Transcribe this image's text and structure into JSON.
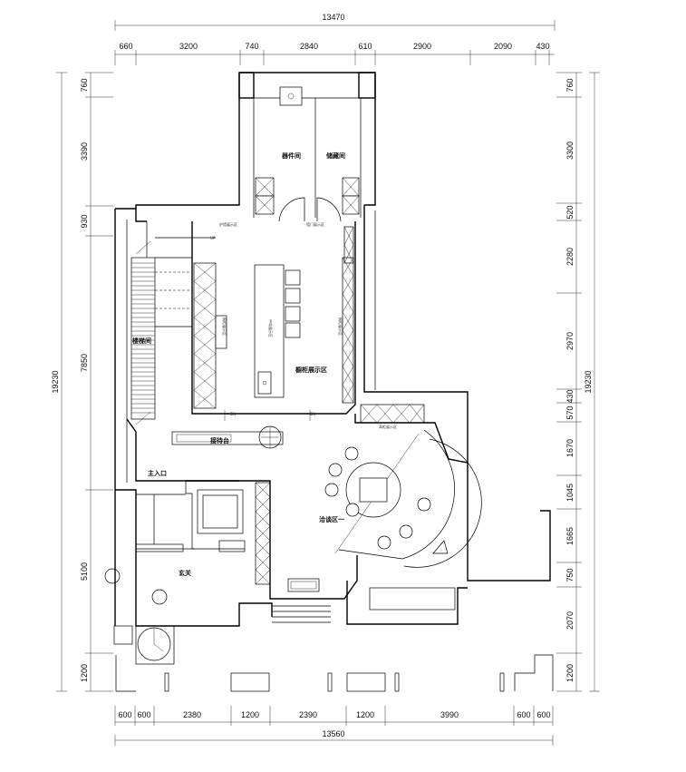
{
  "dimensions": {
    "top_total": "13470",
    "top_segments": [
      "660",
      "3200",
      "740",
      "2840",
      "610",
      "2900",
      "2090",
      "430"
    ],
    "bottom_segments": [
      "600",
      "600",
      "2380",
      "1200",
      "2390",
      "1200",
      "3990",
      "600",
      "600"
    ],
    "bottom_total": "13560",
    "left_segments": [
      "760",
      "3390",
      "930",
      "7850",
      "5100",
      "1200"
    ],
    "left_total": "19230",
    "right_segments": [
      "760",
      "3300",
      "520",
      "2280",
      "2970",
      "430",
      "570",
      "1670",
      "1045",
      "1665",
      "750",
      "2070",
      "1200"
    ],
    "right_total": "19230"
  },
  "rooms": {
    "storage_a": "器件间",
    "storage_b": "储藏间",
    "stair": "楼梯间",
    "cabinet_display": "橱柜展示区",
    "counter": "接待台",
    "entrance": "主入口",
    "negotiation": "洽谈区一",
    "foyer": "玄关"
  },
  "annotations": {
    "display_top_left": "护墙展示区",
    "display_top_mid": "墙门展示区",
    "display_left": "橱柜展示区",
    "display_center": "中岛展示区",
    "display_right": "橱柜展示区",
    "display_tall": "高柜展示区",
    "dn": "DN",
    "up": "UP"
  }
}
